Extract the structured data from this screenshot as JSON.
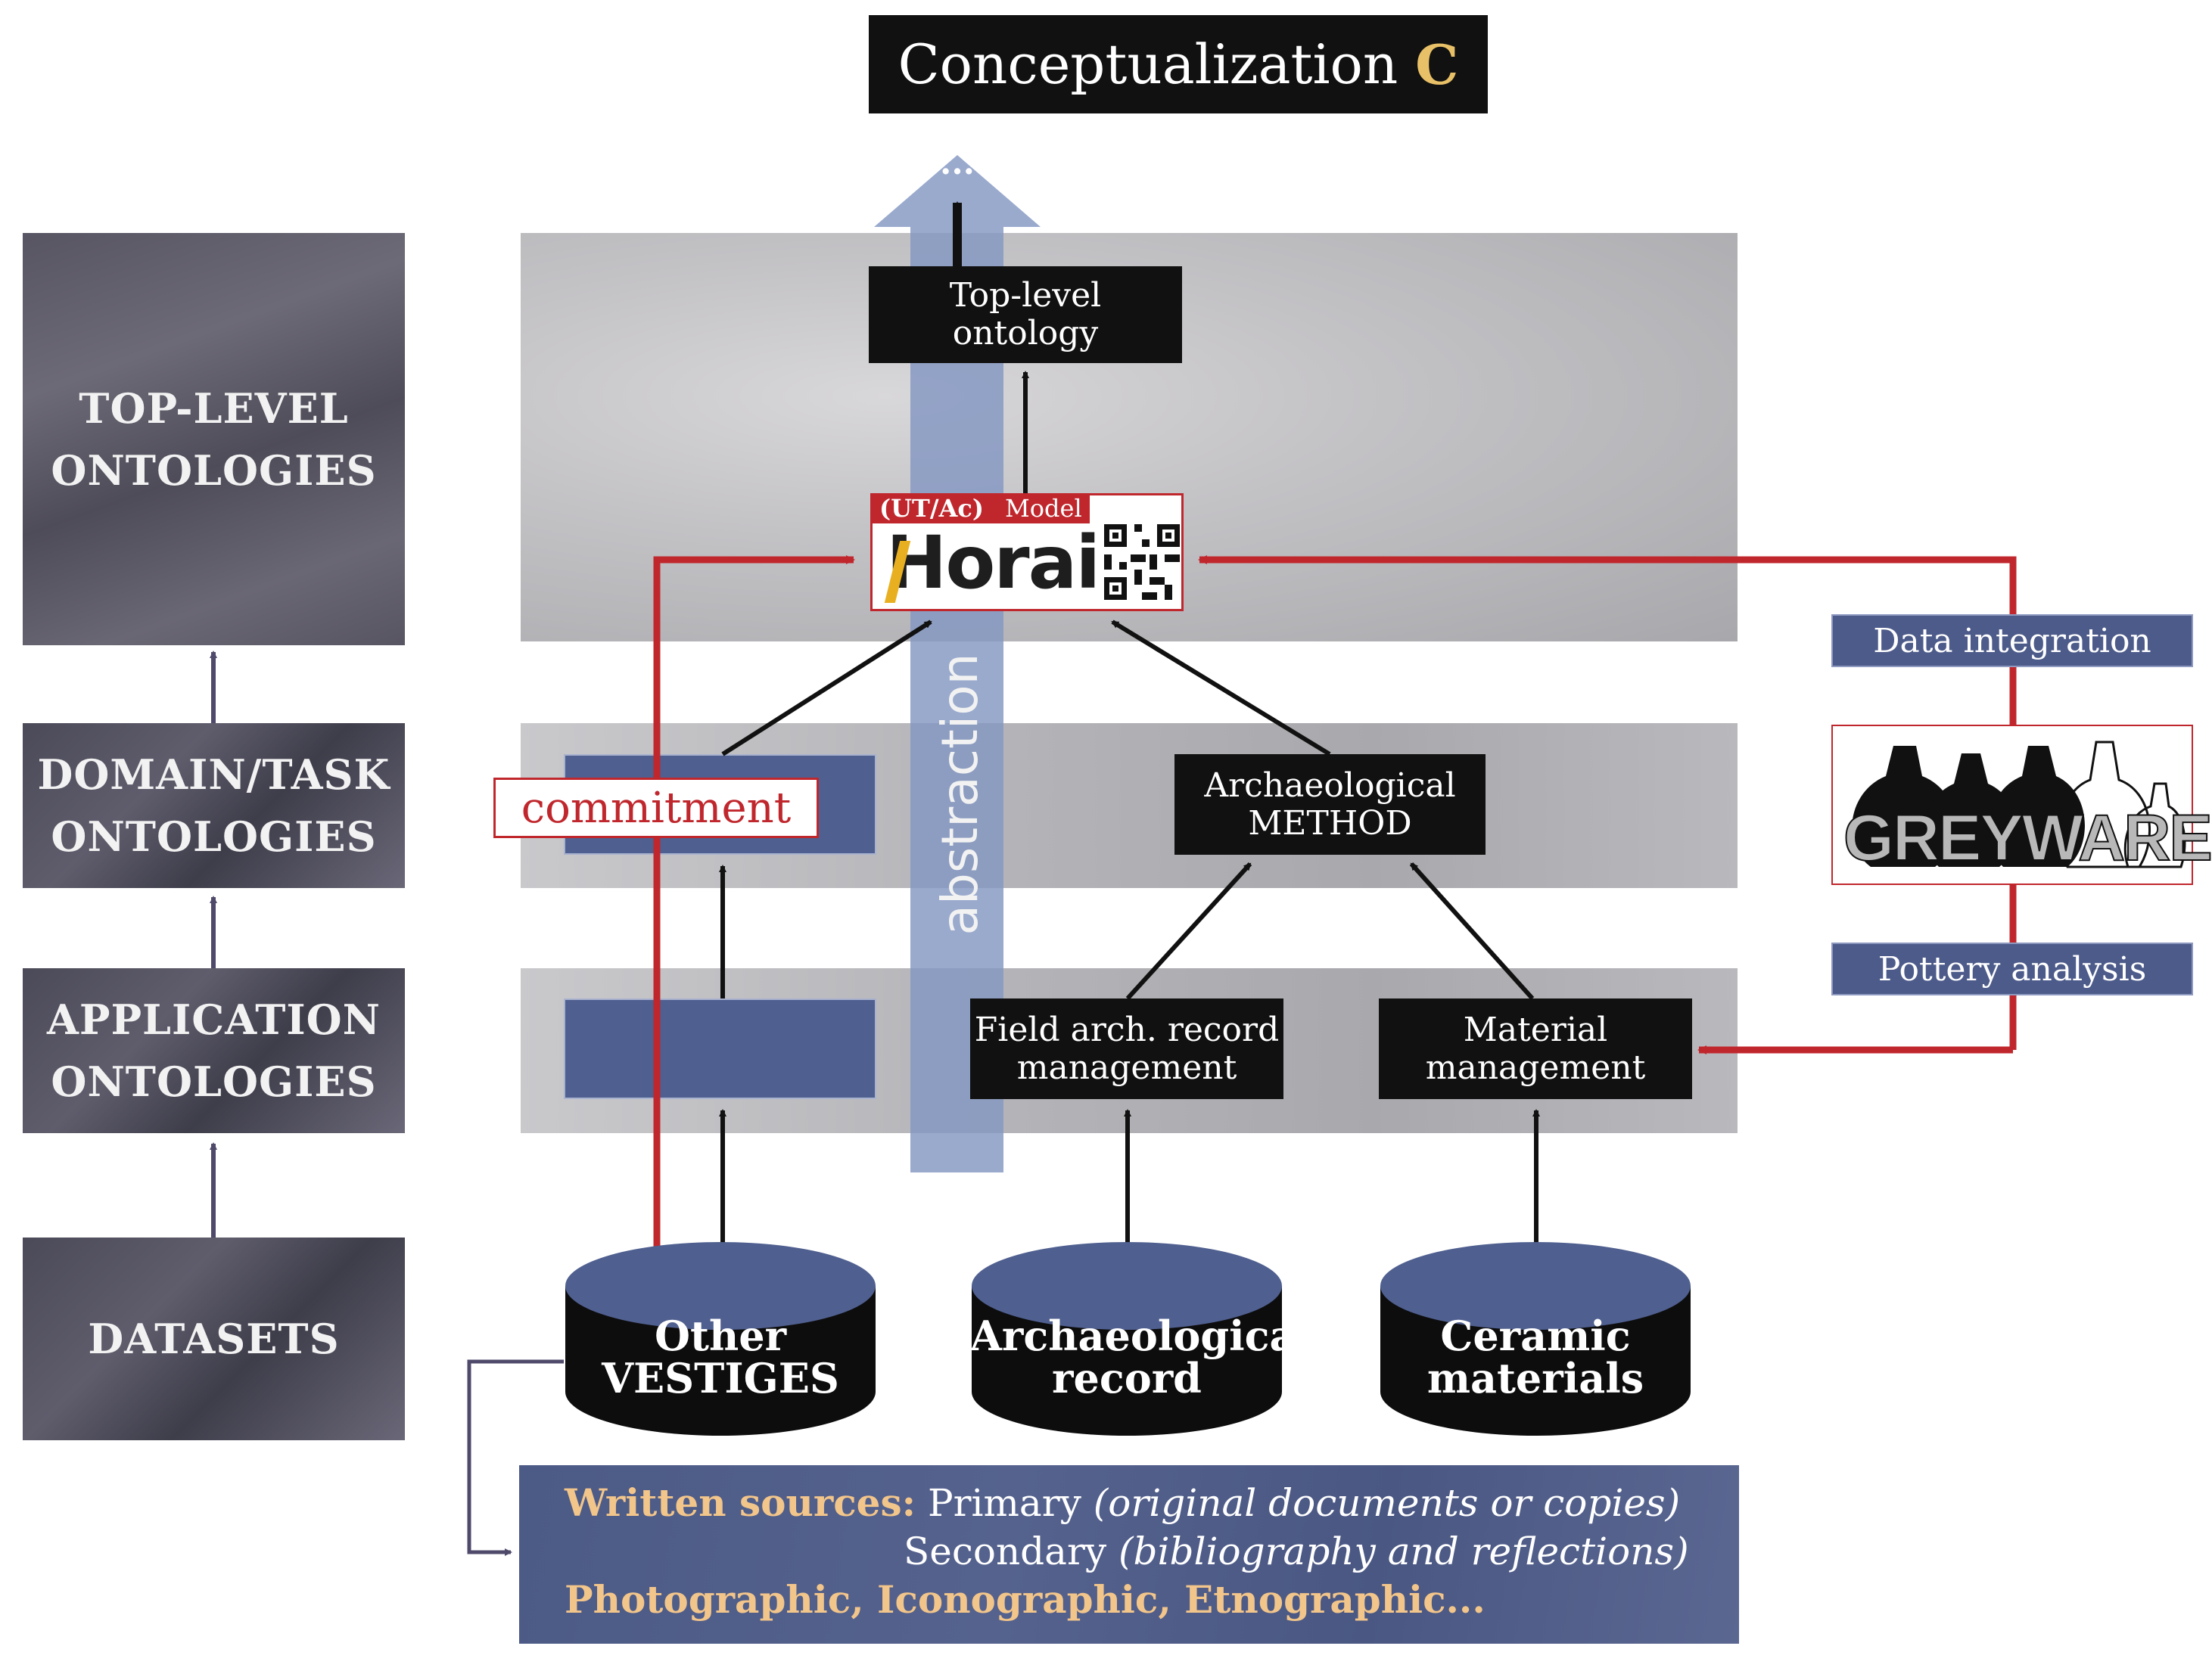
{
  "title": {
    "text": "Conceptualization",
    "letter": "C"
  },
  "levels": {
    "top": [
      "TOP-LEVEL",
      "ONTOLOGIES"
    ],
    "domain": [
      "DOMAIN/TASK",
      "ONTOLOGIES"
    ],
    "application": [
      "APPLICATION",
      "ONTOLOGIES"
    ],
    "datasets": "DATASETS"
  },
  "nodes": {
    "top_level_ontology": [
      "Top-level",
      "ontology"
    ],
    "arch_method": [
      "Archaeological",
      "METHOD"
    ],
    "field_record": [
      "Field arch. record",
      "management"
    ],
    "material_mgmt": [
      "Material",
      "management"
    ],
    "ellipsis": "..."
  },
  "horai": {
    "badge_left": "(UT/Ac)",
    "badge_right": "Model",
    "logo": "Horai"
  },
  "labels": {
    "commitment": "commitment",
    "abstraction": "abstraction",
    "data_integration": "Data integration",
    "pottery_analysis": "Pottery analysis",
    "greyware": "GREYWARE"
  },
  "datasets": {
    "other": [
      "Other",
      "VESTIGES"
    ],
    "arch_record": [
      "Archaeological",
      "record"
    ],
    "ceramic": [
      "Ceramic",
      "materials"
    ]
  },
  "sources": {
    "written_label": "Written sources:",
    "primary": "Primary",
    "primary_note": "(original documents or copies)",
    "secondary": "Secondary",
    "secondary_note": "(bibliography and reflections)",
    "other_line": "Photographic, Iconographic, Etnographic..."
  },
  "colors": {
    "accent_red": "#c0272d",
    "blue": "#4f5f8f",
    "gold": "#e8c068"
  }
}
